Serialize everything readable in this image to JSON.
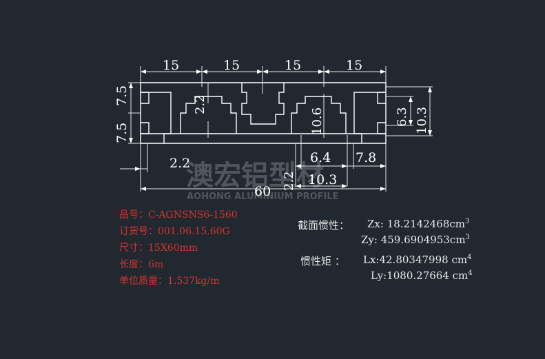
{
  "watermark": {
    "cn": "澳宏铝型材",
    "en": "AOHONG ALUMINIUM PROFILE"
  },
  "dimensions": {
    "w1": "15",
    "w2": "15",
    "w3": "15",
    "w4": "15",
    "h_left_top": "7.5",
    "h_left_bottom": "7.5",
    "slot_top": "2.2",
    "slot_depth": "10.6",
    "right_h_inner": "6.3",
    "right_h_outer": "10.3",
    "bottom_left": "2.2",
    "bottom_mid": "2.2",
    "bottom_a": "6.4",
    "bottom_b": "7.8",
    "bottom_c": "10.3",
    "total_width": "60"
  },
  "spec": {
    "model": "品号：C-AGNSNS6-1560",
    "order_no": "订货号：001.06.15.60G",
    "size": "尺寸：15X60mm",
    "length": "长度：6m",
    "weight": "单位质量：1.537kg/m"
  },
  "section_modulus": {
    "label": "截面惯性：",
    "zx": "Zx: 18.2142468cm",
    "zy": "Zy: 459.6904953cm",
    "exp": "3"
  },
  "moment_of_inertia": {
    "label": "惯性矩 ：",
    "lx": "Lx:42.80347998 cm",
    "ly": "Ly:1080.27664 cm",
    "exp": "4"
  },
  "colors": {
    "background": "#212830",
    "outline": "#ffffff",
    "spec_text": "#d8342c",
    "watermark": "#6b6f73"
  }
}
